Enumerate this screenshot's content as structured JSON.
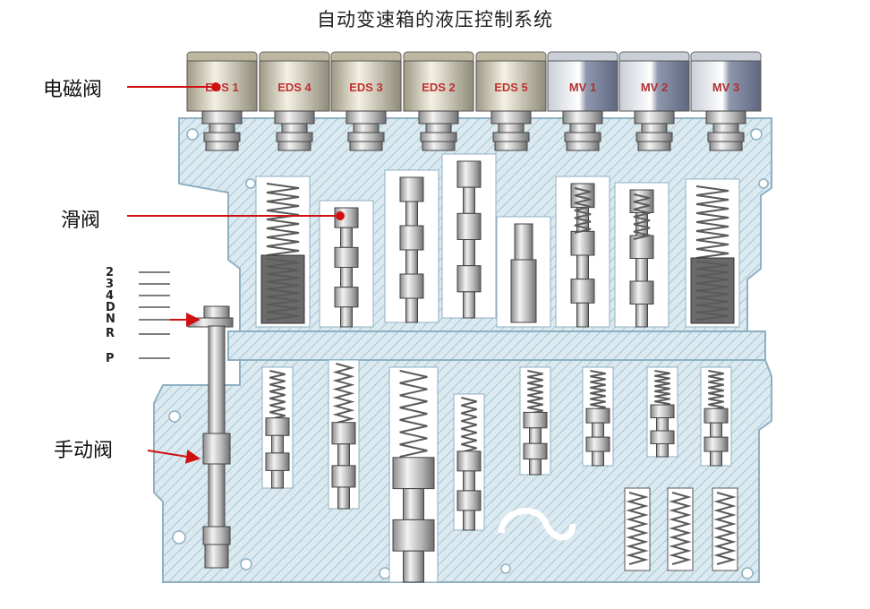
{
  "title": "自动变速箱的液压控制系统",
  "callouts": {
    "solenoid": "电磁阀",
    "spool": "滑阀",
    "manual": "手动阀"
  },
  "solenoids": [
    {
      "label": "EDS 1",
      "kind": "EDS"
    },
    {
      "label": "EDS 4",
      "kind": "EDS"
    },
    {
      "label": "EDS 3",
      "kind": "EDS"
    },
    {
      "label": "EDS 2",
      "kind": "EDS"
    },
    {
      "label": "EDS 5",
      "kind": "EDS"
    },
    {
      "label": "MV 1",
      "kind": "MV"
    },
    {
      "label": "MV 2",
      "kind": "MV"
    },
    {
      "label": "MV 3",
      "kind": "MV"
    }
  ],
  "gears": [
    "2",
    "3",
    "4",
    "D",
    "N",
    "R",
    "P"
  ],
  "colors": {
    "body_fill": "#dbeaf1",
    "body_stroke": "#8fb0c2",
    "hatch": "#a9c4d1",
    "metal": "#c8c8c8",
    "spring": "#5a5a5a",
    "arrow": "#d01010",
    "eds_label": "#c03030"
  }
}
